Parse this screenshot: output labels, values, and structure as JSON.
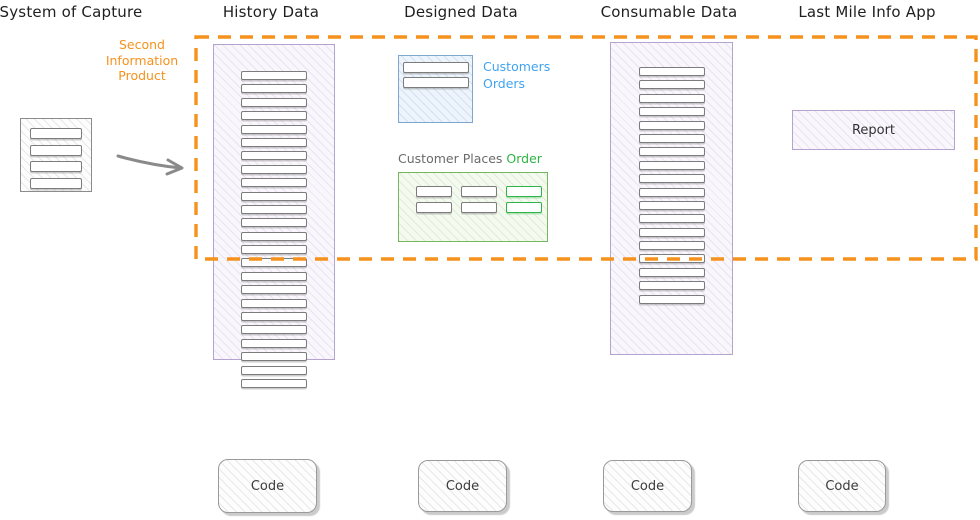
{
  "headers": [
    "System of Capture",
    "History Data",
    "Designed Data",
    "Consumable Data",
    "Last Mile Info App"
  ],
  "annotation": {
    "lines": [
      "Second",
      "Information",
      "Product"
    ]
  },
  "capture": {
    "bar_count": 4
  },
  "history": {
    "bar_count": 24
  },
  "designed": {
    "entity_labels": [
      "Customers",
      "Orders"
    ],
    "er_title": {
      "gray": "Customer Places",
      "green": "Order"
    }
  },
  "consumable": {
    "bar_count": 18
  },
  "app": {
    "report_label": "Report"
  },
  "code_buttons": [
    "Code",
    "Code",
    "Code",
    "Code"
  ],
  "colors": {
    "orange": "#f5921d",
    "blue": "#3fa3f2",
    "green": "#2fb344",
    "purple_border": "#b4a3cf",
    "gray_border": "#7c7c7c",
    "text": "#1f1f1f"
  }
}
